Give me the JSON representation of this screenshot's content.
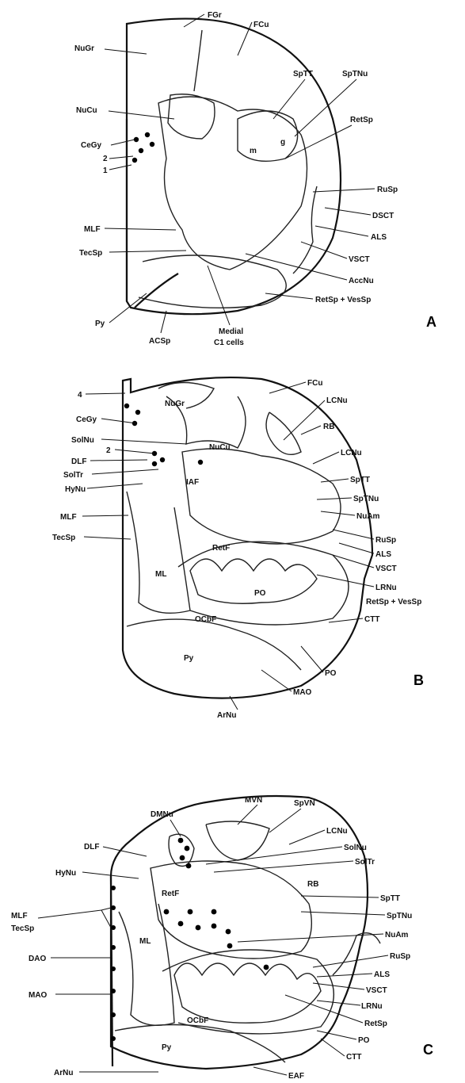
{
  "panels": [
    {
      "letter": "A",
      "labels": [
        "FGr",
        "FCu",
        "NuGr",
        "SpTT",
        "SpTNu",
        "NuCu",
        "RetSp",
        "CeGy",
        "2",
        "1",
        "m",
        "g",
        "RuSp",
        "DSCT",
        "MLF",
        "ALS",
        "TecSp",
        "VSCT",
        "AccNu",
        "RetSp + VesSp",
        "Py",
        "ACSp",
        "Medial",
        "C1 cells"
      ]
    },
    {
      "letter": "B",
      "labels": [
        "4",
        "FCu",
        "LCNu",
        "CeGy",
        "NuGr",
        "SolNu",
        "RB",
        "2",
        "NuCu",
        "LCNu",
        "DLF",
        "SolTr",
        "SpTT",
        "HyNu",
        "IAF",
        "SpTNu",
        "NuAm",
        "MLF",
        "RuSp",
        "TecSp",
        "ALS",
        "RetF",
        "VSCT",
        "LRNu",
        "ML",
        "PO",
        "RetSp + VesSp",
        "CTT",
        "OCbF",
        "Py",
        "PO",
        "MAO",
        "ArNu"
      ]
    },
    {
      "letter": "C",
      "labels": [
        "MVN",
        "SpVN",
        "DMNu",
        "LCNu",
        "DLF",
        "SolNu",
        "HyNu",
        "SolTr",
        "RB",
        "MLF",
        "TecSp",
        "SpTT",
        "RetF",
        "SpTNu",
        "NuAm",
        "ML",
        "DAO",
        "RuSp",
        "ALS",
        "VSCT",
        "MAO",
        "LRNu",
        "RetSp",
        "PO",
        "OCbF",
        "CTT",
        "Py",
        "ArNu",
        "EAF"
      ]
    }
  ]
}
